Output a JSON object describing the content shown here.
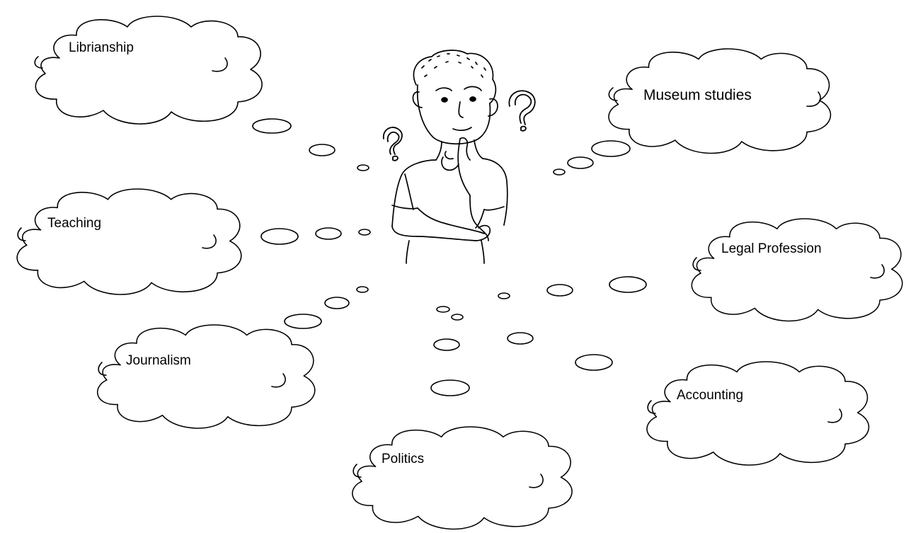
{
  "clouds": [
    {
      "id": "librianship",
      "label": "Librianship"
    },
    {
      "id": "museum",
      "label": "Museum studies"
    },
    {
      "id": "teaching",
      "label": "Teaching"
    },
    {
      "id": "legal",
      "label": "Legal Profession"
    },
    {
      "id": "journalism",
      "label": "Journalism"
    },
    {
      "id": "accounting",
      "label": "Accounting"
    },
    {
      "id": "politics",
      "label": "Politics"
    }
  ],
  "colors": {
    "stroke": "#000000",
    "fill": "#ffffff",
    "skin": "#ffffff"
  },
  "figure": {
    "icon": "thinking-person-icon",
    "question_marks": 2
  }
}
